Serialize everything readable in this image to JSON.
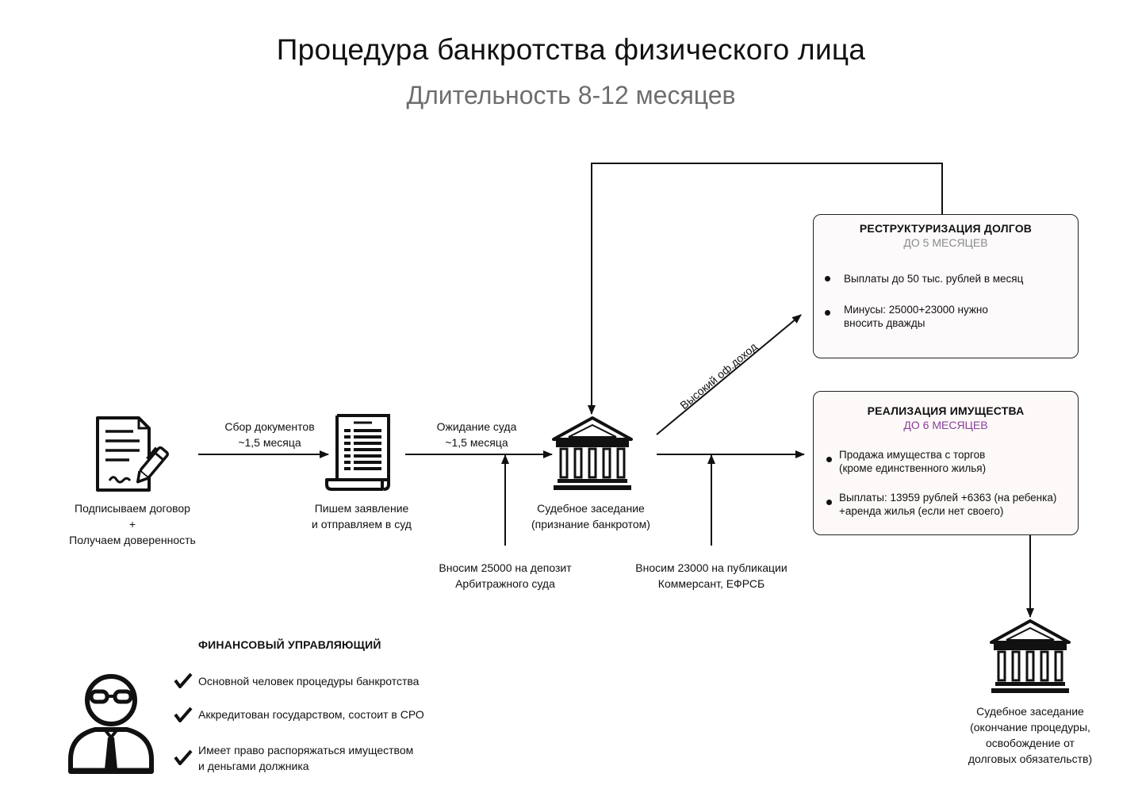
{
  "header": {
    "title": "Процедура банкротства  физического лица",
    "subtitle": "Длительность 8-12 месяцев"
  },
  "steps": {
    "contract": {
      "line1": "Подписываем договор",
      "line2": "+",
      "line3": "Получаем доверенность"
    },
    "application": {
      "line1": "Пишем заявление",
      "line2": "и отправляем в суд"
    },
    "court": {
      "line1": "Судебное заседание",
      "line2": "(признание банкротом)"
    },
    "final_court": {
      "line1": "Судебное заседание",
      "line2": "(окончание процедуры,",
      "line3": "освобождение от",
      "line4": "долговых обязательств)"
    }
  },
  "arrows": {
    "collect": {
      "line1": "Сбор документов",
      "line2": "~1,5 месяца"
    },
    "wait": {
      "line1": "Ожидание суда",
      "line2": "~1,5 месяца"
    },
    "high_income": "Высокий оф.доход",
    "deposit": {
      "line1": "Вносим 25000 на депозит",
      "line2": "Арбитражного суда"
    },
    "publication": {
      "line1": "Вносим 23000 на публикации",
      "line2": "Коммерсант, ЕФРСБ"
    }
  },
  "restructuring": {
    "title": "РЕСТРУКТУРИЗАЦИЯ ДОЛГОВ",
    "duration": "ДО 5 МЕСЯЦЕВ",
    "bullets": [
      {
        "line1": "Выплаты до 50 тыс. рублей в месяц"
      },
      {
        "line1": "Минусы: 25000+23000 нужно",
        "line2": "вносить дважды"
      }
    ]
  },
  "realization": {
    "title": "РЕАЛИЗАЦИЯ ИМУЩЕСТВА",
    "duration": "ДО 6 МЕСЯЦЕВ",
    "bullets": [
      {
        "line1": "Продажа имущества с торгов",
        "line2": "(кроме единственного жилья)"
      },
      {
        "line1": "Выплаты: 13959 рублей +6363 (на ребенка)",
        "line2": "+аренда жилья (если нет своего)"
      }
    ]
  },
  "financial_manager": {
    "title": "ФИНАНСОВЫЙ УПРАВЛЯЮЩИЙ",
    "items": [
      {
        "line1": "Основной человек процедуры банкротства"
      },
      {
        "line1": "Аккредитован государством, состоит в СРО"
      },
      {
        "line1": "Имеет право распоряжаться имуществом",
        "line2": "и деньгами должника"
      }
    ]
  },
  "colors": {
    "card_bg_restructuring": "#fdfafb",
    "card_bg_realization": "#fdf9f8",
    "duration_gray": "#8a8a8a",
    "duration_purple": "#8a3f9c",
    "line": "#111111"
  },
  "icons": [
    "contract-sign-icon",
    "document-scroll-icon",
    "courthouse-icon",
    "courthouse-icon",
    "manager-avatar-icon",
    "checkmark-icon"
  ]
}
